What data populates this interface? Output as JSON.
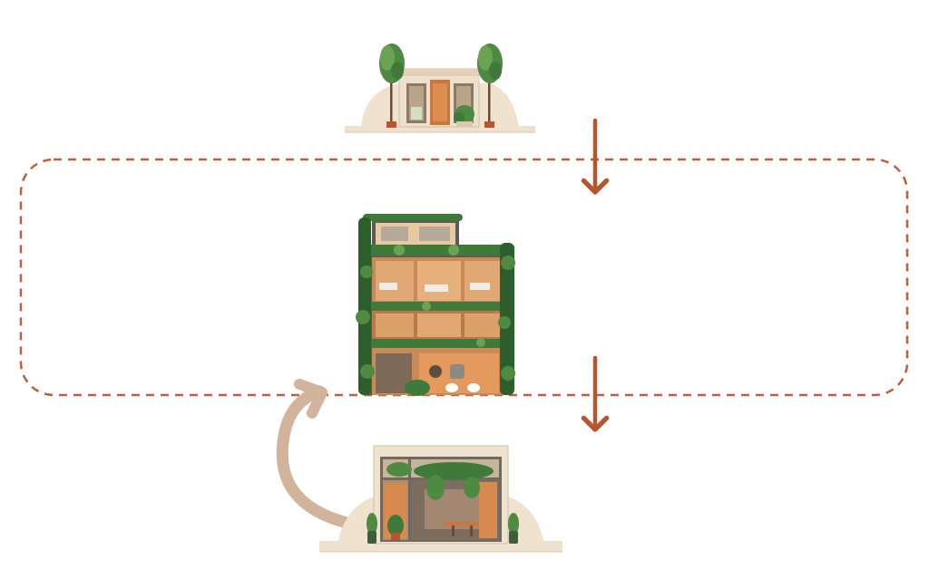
{
  "diagram": {
    "nodes": [
      {
        "id": "small-house",
        "icon": "small-house-with-trees-icon"
      },
      {
        "id": "green-building",
        "icon": "multi-storey-green-building-icon"
      },
      {
        "id": "cafe-storefront",
        "icon": "cafe-storefront-with-plants-icon"
      }
    ],
    "edges": [
      {
        "from": "small-house",
        "to": "green-building",
        "style": "straight-arrow"
      },
      {
        "from": "green-building",
        "to": "cafe-storefront",
        "style": "straight-arrow"
      },
      {
        "from": "cafe-storefront",
        "to": "green-building",
        "style": "curved-return-arrow"
      }
    ],
    "loop": {
      "style": "dashed-rounded-rectangle"
    }
  },
  "colors": {
    "arrow": "#b5562e",
    "loop_dash": "#b9613a",
    "return_arrow": "#d2b39c",
    "foliage": "#3f7a3a",
    "foliage_dark": "#2d5f2c",
    "wood": "#d98b4f",
    "facade": "#efe2cf",
    "ground": "#eee1cf",
    "glass": "#c9b49a",
    "frame": "#5d5a57"
  }
}
